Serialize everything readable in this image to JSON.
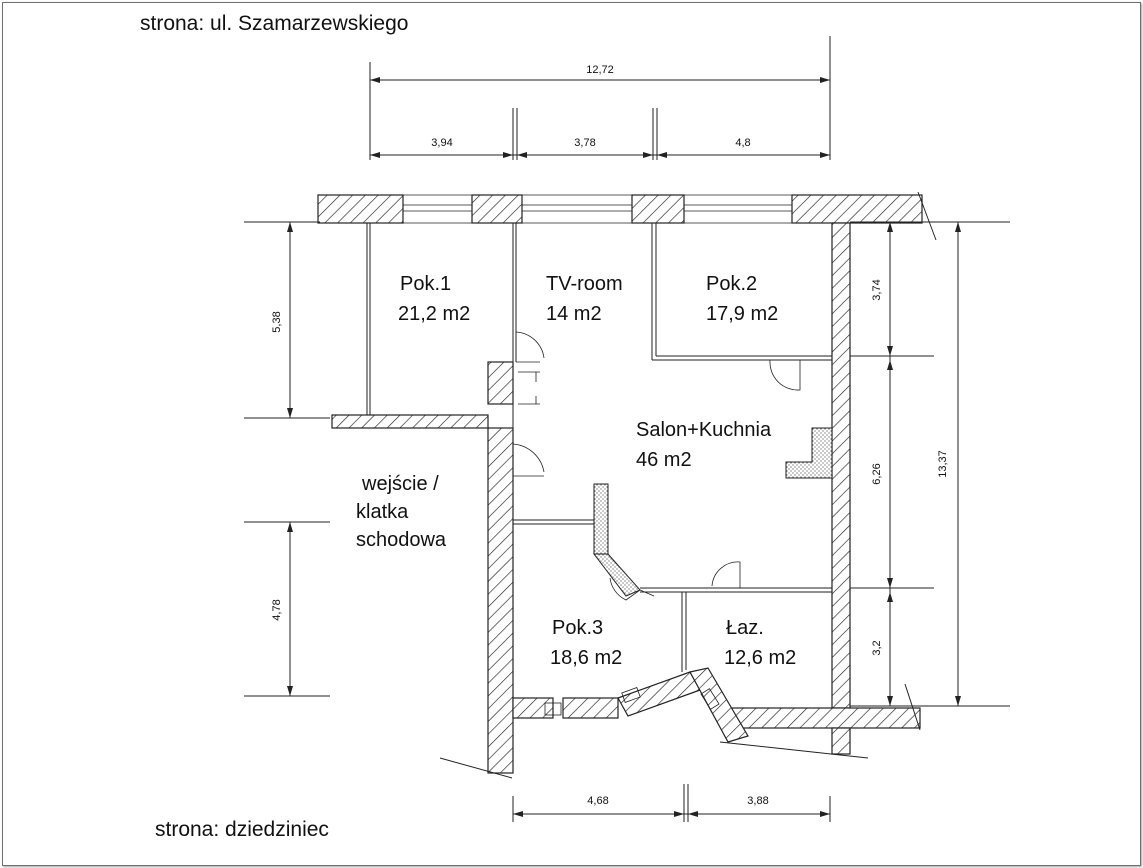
{
  "labels": {
    "top_side": "strona: ul. Szamarzewskiego",
    "bottom_side": "strona: dziedziniec"
  },
  "rooms": {
    "pok1": {
      "name": "Pok.1",
      "area": "21,2 m2"
    },
    "tvroom": {
      "name": "TV-room",
      "area": "14 m2"
    },
    "pok2": {
      "name": "Pok.2",
      "area": "17,9 m2"
    },
    "salon": {
      "name": "Salon+Kuchnia",
      "area": "46 m2"
    },
    "entrance": {
      "line1": "wejście /",
      "line2": "klatka",
      "line3": "schodowa"
    },
    "pok3": {
      "name": "Pok.3",
      "area": "18,6 m2"
    },
    "laz": {
      "name": "Łaz.",
      "area": "12,6 m2"
    }
  },
  "dimensions": {
    "top_total": "12,72",
    "top_segments": [
      "3,94",
      "3,78",
      "4,8"
    ],
    "left_upper": "5,38",
    "left_lower": "4,78",
    "right_segments": [
      "3,74",
      "6,26",
      "3,2"
    ],
    "right_total": "13,37",
    "bottom_segments": [
      "4,68",
      "3,88"
    ]
  }
}
